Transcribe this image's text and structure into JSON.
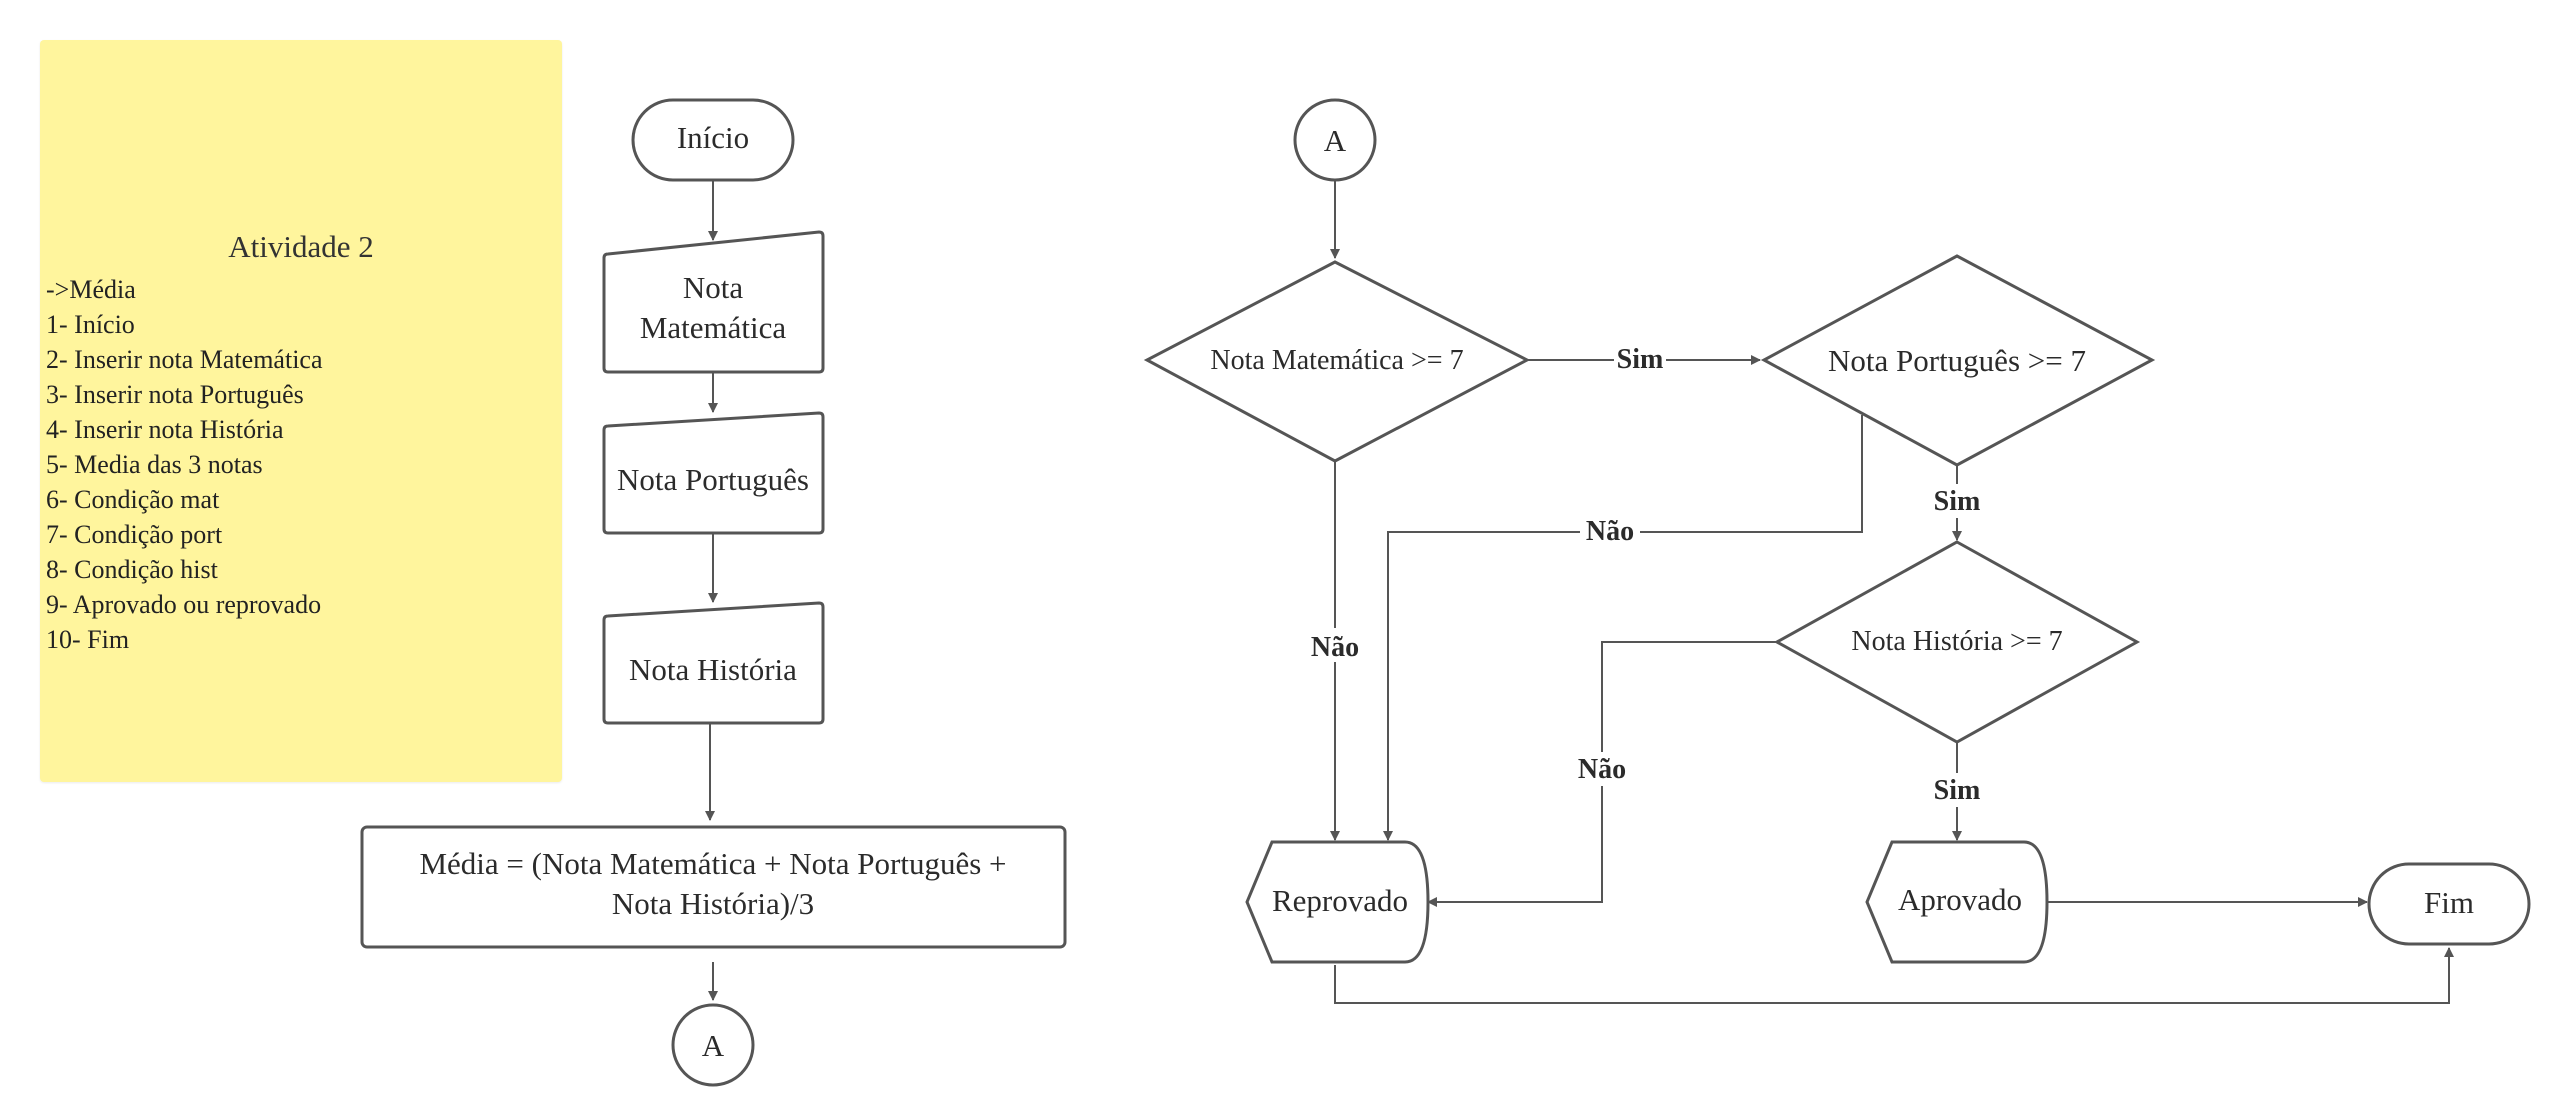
{
  "note": {
    "title": "Atividade 2",
    "lines": [
      "->Média",
      "1- Início",
      "2- Inserir nota Matemática",
      "3- Inserir nota Português",
      "4- Inserir nota História",
      "5- Media das 3 notas",
      "6- Condição mat",
      "7- Condição port",
      "8- Condição hist",
      "9- Aprovado ou reprovado",
      "10- Fim"
    ]
  },
  "flow": {
    "start": "Início",
    "input_mat_line1": "Nota",
    "input_mat_line2": "Matemática",
    "input_port": "Nota Português",
    "input_hist": "Nota História",
    "process_line1": "Média = (Nota Matemática + Nota Português +",
    "process_line2": "Nota História)/3",
    "connector_out": "A",
    "connector_in": "A",
    "decision_mat": "Nota Matemática >= 7",
    "decision_port": "Nota Português >= 7",
    "decision_hist": "Nota História >= 7",
    "reprovado": "Reprovado",
    "aprovado": "Aprovado",
    "end": "Fim"
  },
  "labels": {
    "sim_mat": "Sim",
    "nao_mat": "Não",
    "nao_port": "Não",
    "sim_port": "Sim",
    "nao_hist": "Não",
    "sim_hist": "Sim"
  }
}
